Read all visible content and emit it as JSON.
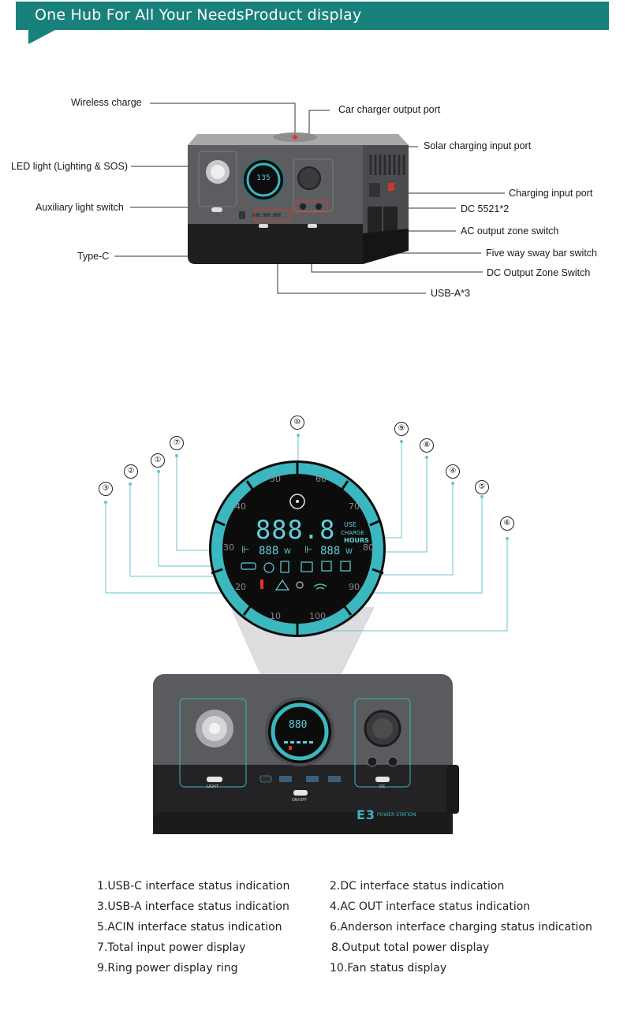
{
  "header": {
    "title": "One Hub For All Your NeedsProduct display"
  },
  "callouts": {
    "wireless": "Wireless charge",
    "car_port": "Car charger output port",
    "solar": "Solar charging input port",
    "led": "LED light (Lighting & SOS)",
    "charging_input": "Charging input port",
    "aux_switch": "Auxiliary light switch",
    "dc5521": "DC 5521*2",
    "ac_switch": "AC output zone switch",
    "five_way": "Five way sway bar switch",
    "typec": "Type-C",
    "dc_zone": "DC Output Zone Switch",
    "usba": "USB-A*3"
  },
  "display": {
    "markers": [
      "⑩",
      "⑦",
      "⑨",
      "⑧",
      "①",
      "②",
      "④",
      "⑤",
      "③",
      "⑥"
    ],
    "ring_numbers": [
      "50",
      "60",
      "40",
      "70",
      "30",
      "80",
      "20",
      "90",
      "10",
      "100"
    ],
    "main_digits": "888.8",
    "use": "USE",
    "charge": "CHARGE",
    "hours": "HOURS",
    "input_power": "888",
    "output_power": "888",
    "watt_unit": "W"
  },
  "bottom_device": {
    "screen_value": "880",
    "brand": "E3",
    "sub_brand": "POWER STATION",
    "dc_label": "DC",
    "light_label": "LIGHT",
    "onoff_label": "ON/OFF"
  },
  "legend": [
    "1.USB-C interface status indication",
    "2.DC interface status indication",
    "3.USB-A interface status indication",
    "4.AC OUT interface status indication",
    "5.ACIN interface status indication",
    "6.Anderson interface charging status indication",
    "7.Total input power display",
    "8.Output total power display",
    "9.Ring power display ring",
    "10.Fan status display"
  ],
  "colors": {
    "teal": "#19817c",
    "ring": "#3bb7bf",
    "screen_bg": "#0c0c0c",
    "lead_line": "#66c6cf"
  }
}
